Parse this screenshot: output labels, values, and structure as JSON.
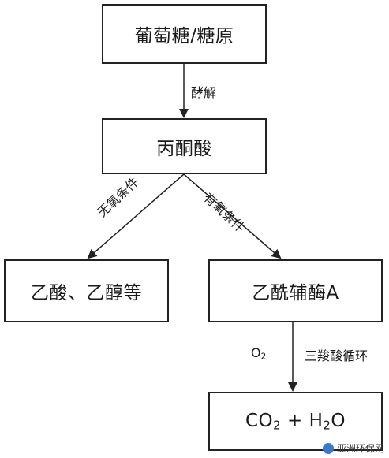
{
  "nodes": {
    "glucose": "葡萄糖/糖原",
    "pyruvate": "丙酮酸",
    "acetic": "乙酸、乙醇等",
    "acetyl": "乙酰辅酶A",
    "co2_main": "CO",
    "co2_sub": "2",
    "co2_mid": " + H",
    "h2o_sub": "2",
    "h2o_end": "O"
  },
  "edges": {
    "enzyme": "酵解",
    "anaerobic": "无氧条件",
    "aerobic": "有氧条件",
    "o2_main": "O",
    "o2_sub": "2",
    "tca": "三羧酸循环"
  },
  "watermark": {
    "text": "亚洲环保网",
    "icon": "logo-icon"
  }
}
